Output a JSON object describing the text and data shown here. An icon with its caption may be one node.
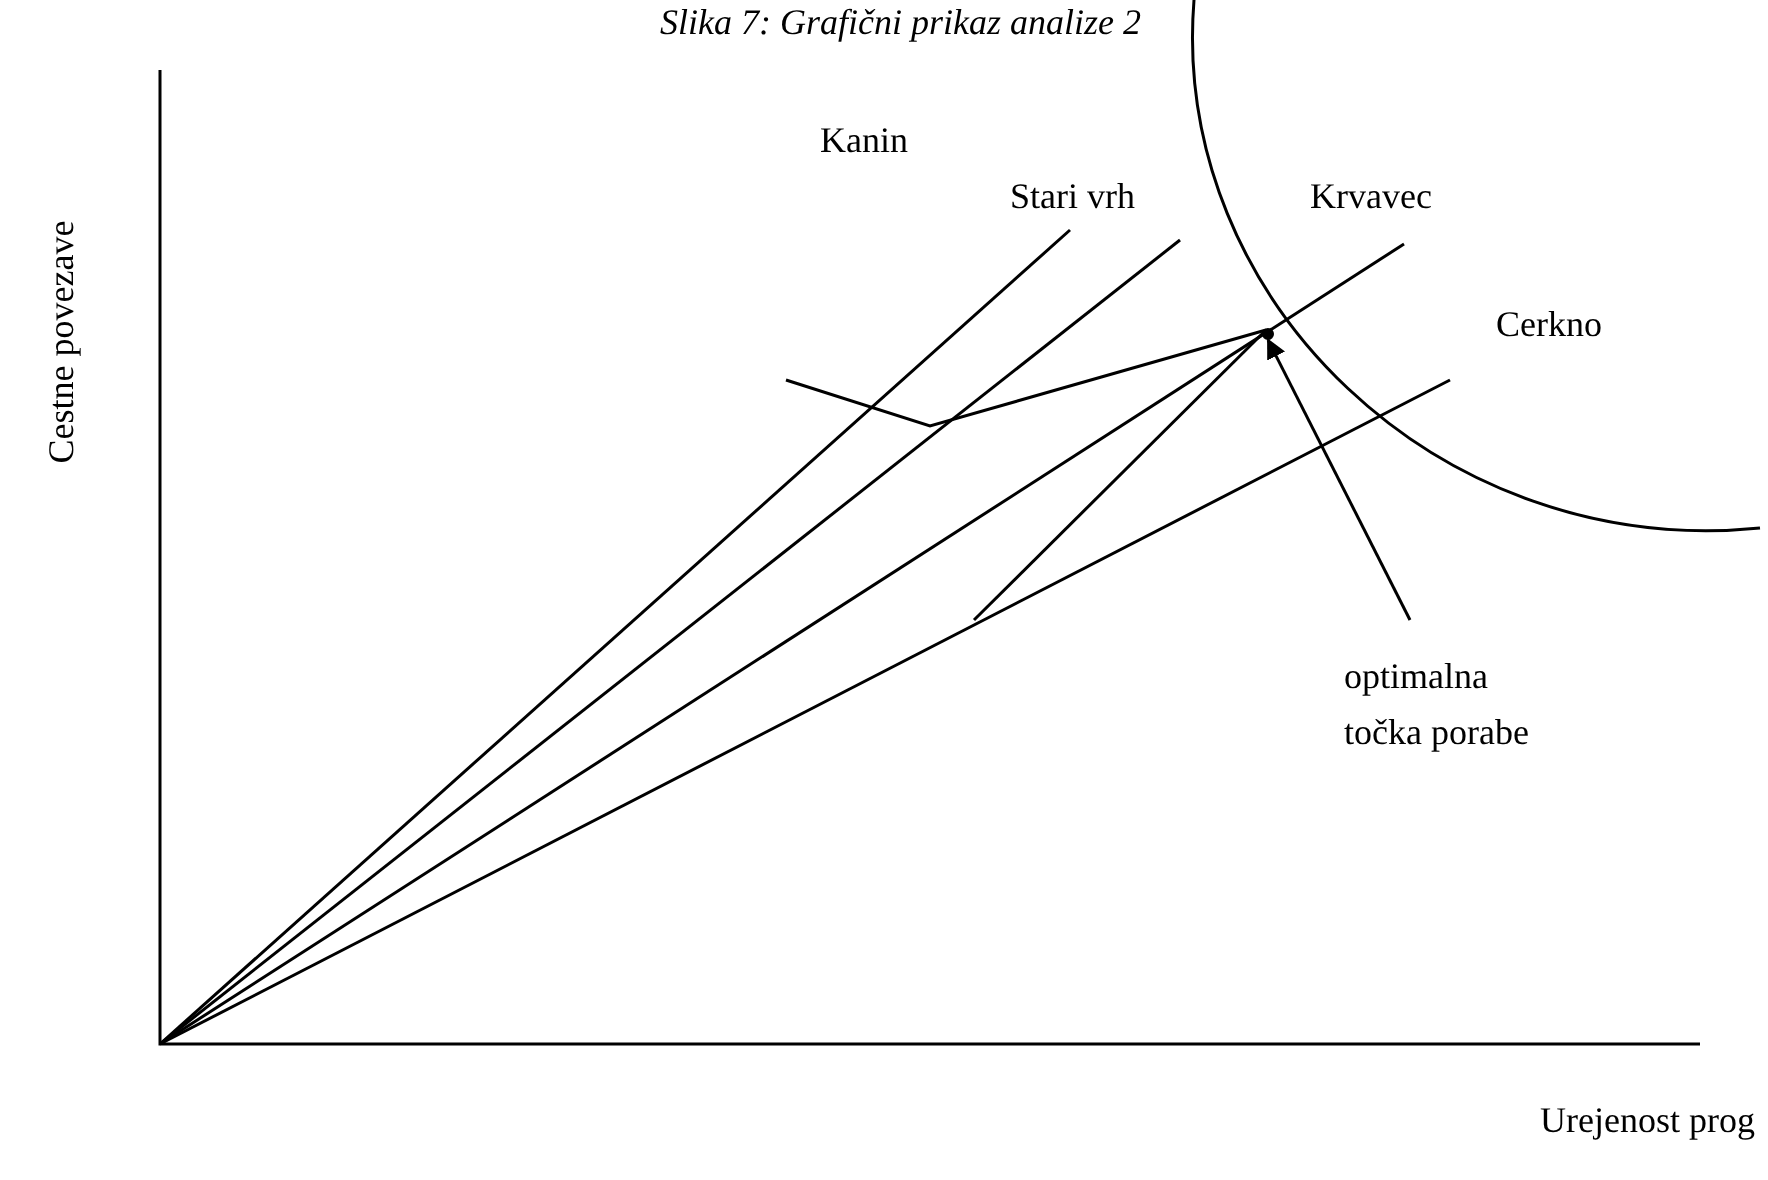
{
  "diagram": {
    "title": "Slika 7: Grafični prikaz analize 2",
    "nodes": [
      {
        "text": [
          "optimalna točka porabe"
        ]
      },
      {
        "text": [],
        "shape": "circle"
      }
    ],
    "edges": [
      {
        "from": 0,
        "to": 1,
        "arrow": "to"
      }
    ],
    "labels": [
      "Kanin",
      "Stari vrh",
      "Krvavec",
      "Cerkno",
      "Cestne povezave",
      "Urejenost prog"
    ]
  }
}
